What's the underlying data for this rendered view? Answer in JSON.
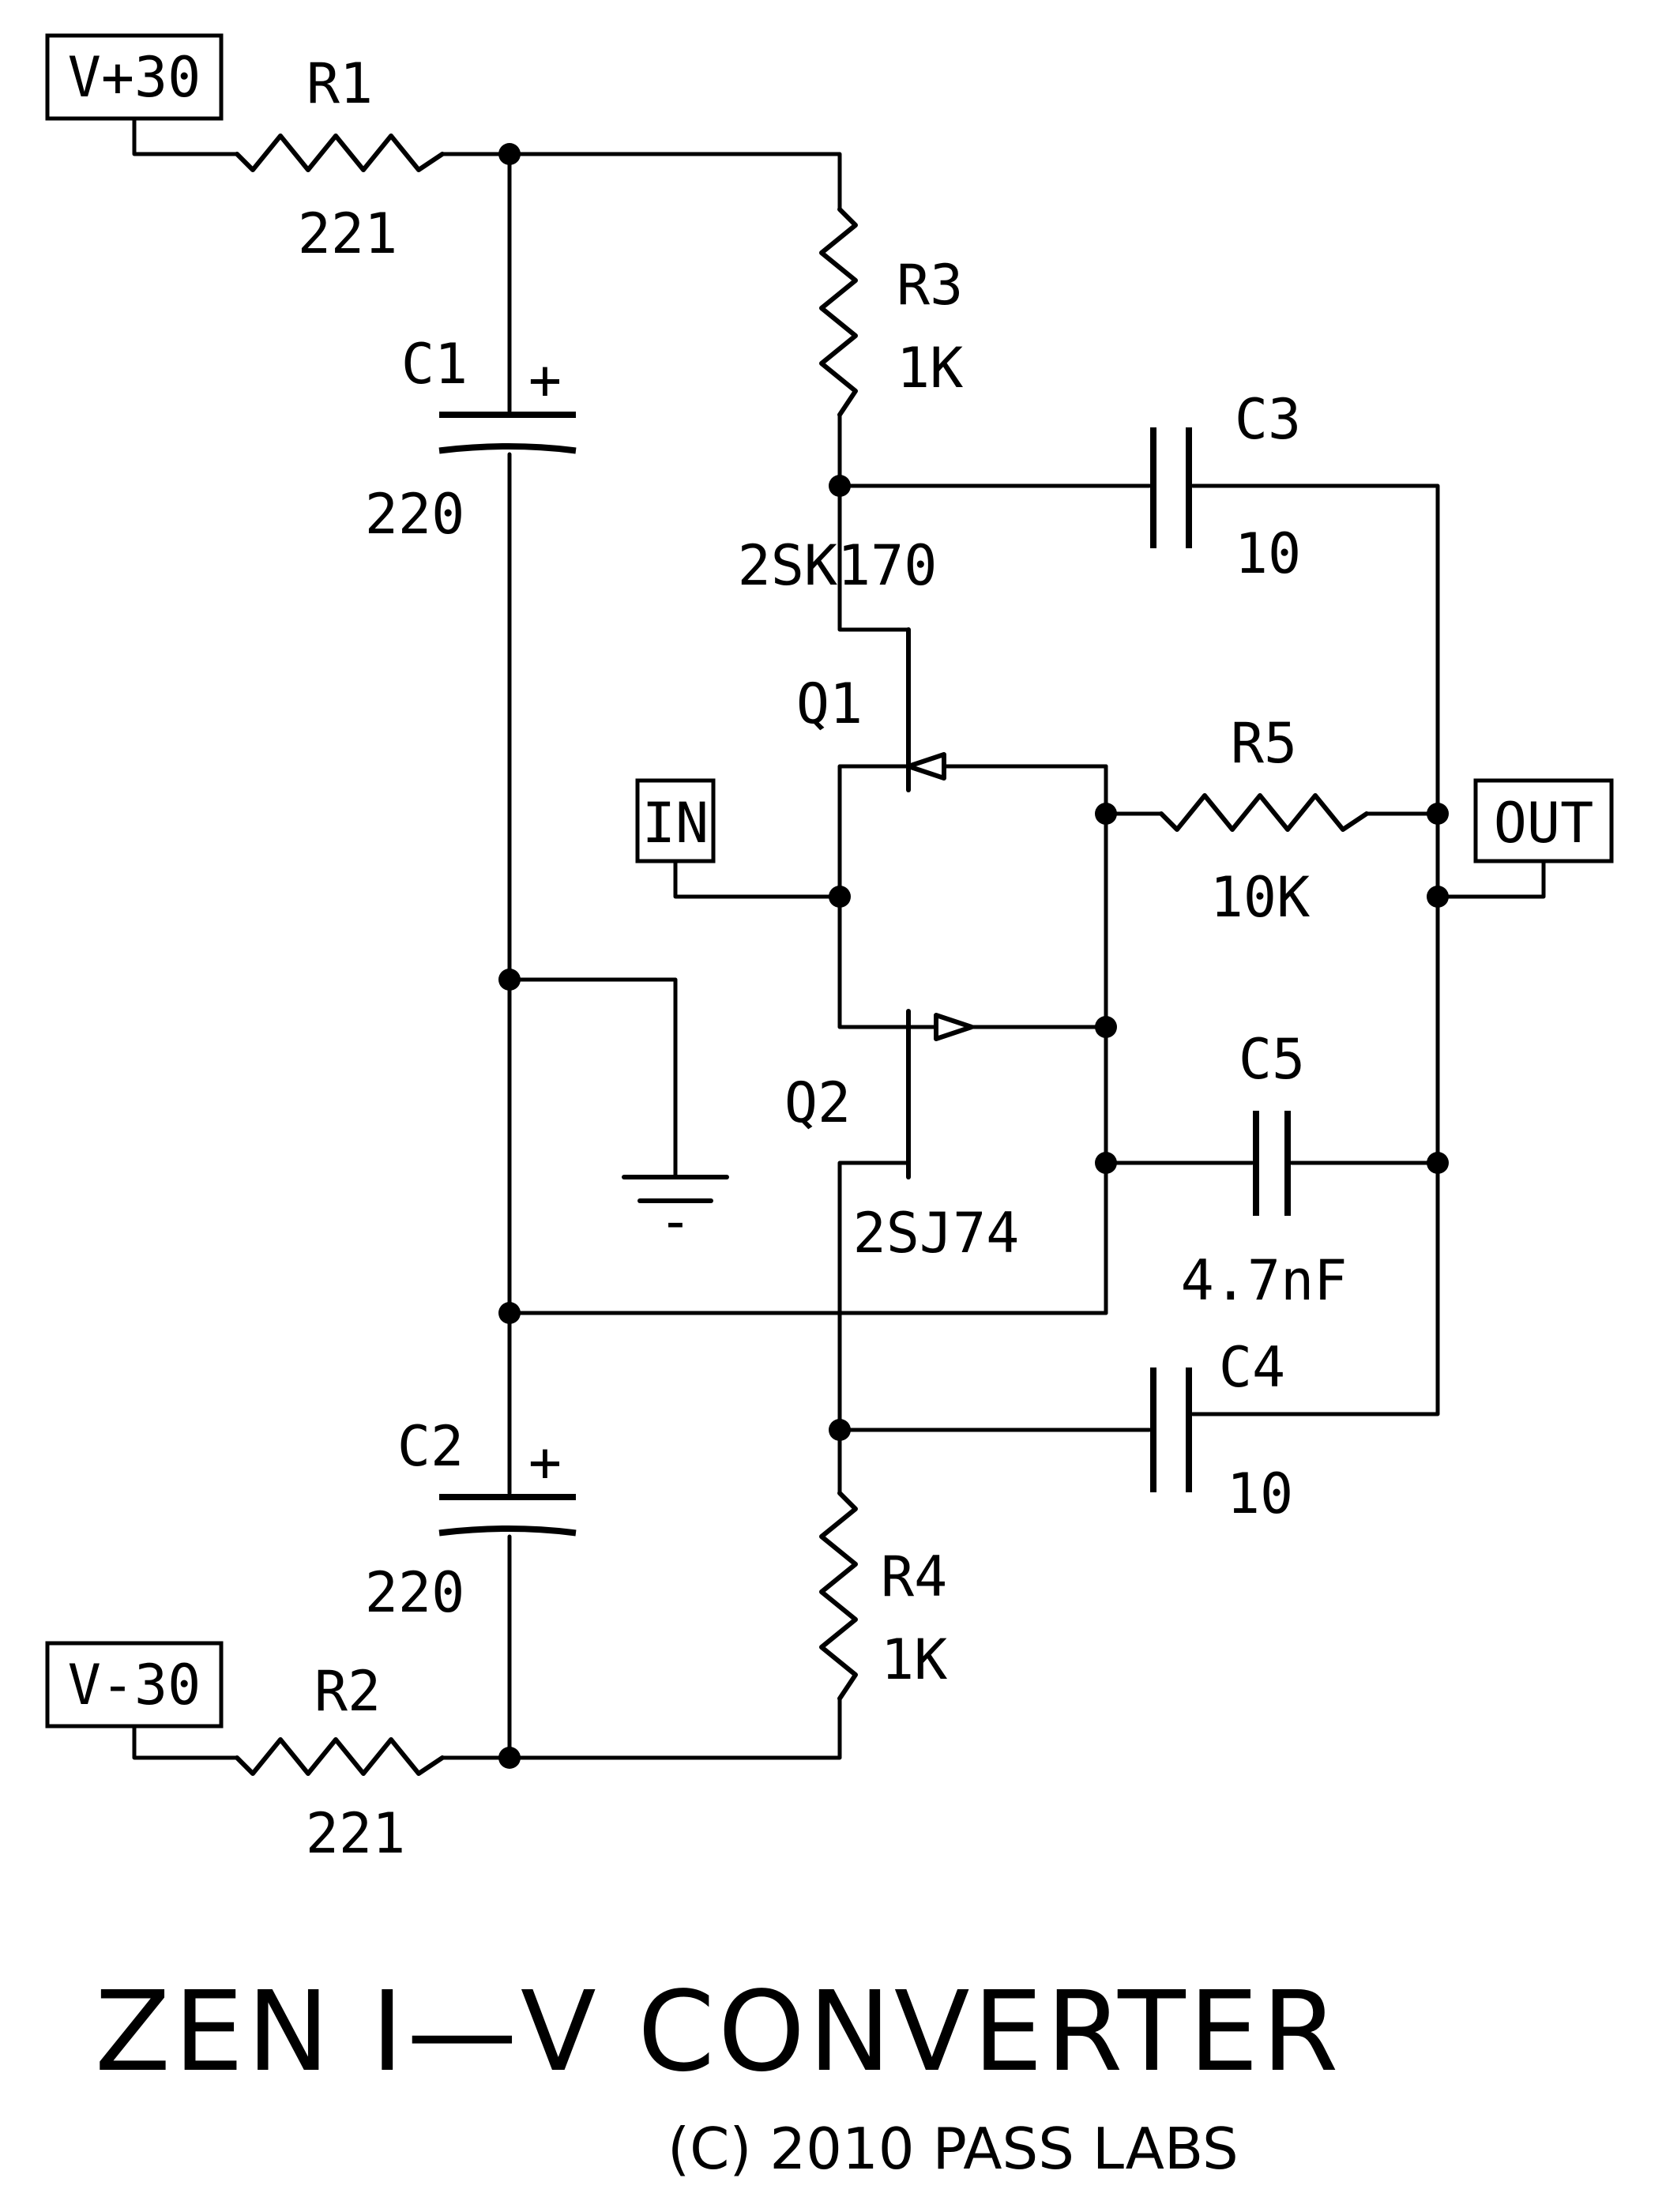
{
  "ports": {
    "vplus": "V+30",
    "vminus": "V-30",
    "in": "IN",
    "out": "OUT"
  },
  "components": {
    "r1": {
      "ref": "R1",
      "value": "221"
    },
    "r2": {
      "ref": "R2",
      "value": "221"
    },
    "r3": {
      "ref": "R3",
      "value": "1K"
    },
    "r4": {
      "ref": "R4",
      "value": "1K"
    },
    "r5": {
      "ref": "R5",
      "value": "10K"
    },
    "c1": {
      "ref": "C1",
      "value": "220",
      "polarity": "+"
    },
    "c2": {
      "ref": "C2",
      "value": "220",
      "polarity": "+"
    },
    "c3": {
      "ref": "C3",
      "value": "10"
    },
    "c4": {
      "ref": "C4",
      "value": "10"
    },
    "c5": {
      "ref": "C5",
      "value": "4.7nF"
    },
    "q1": {
      "ref": "Q1",
      "part": "2SK170"
    },
    "q2": {
      "ref": "Q2",
      "part": "2SJ74"
    },
    "ground": {
      "symbol": "-"
    }
  },
  "title": "ZEN I—V CONVERTER",
  "copyright": "(C) 2010 PASS LABS"
}
